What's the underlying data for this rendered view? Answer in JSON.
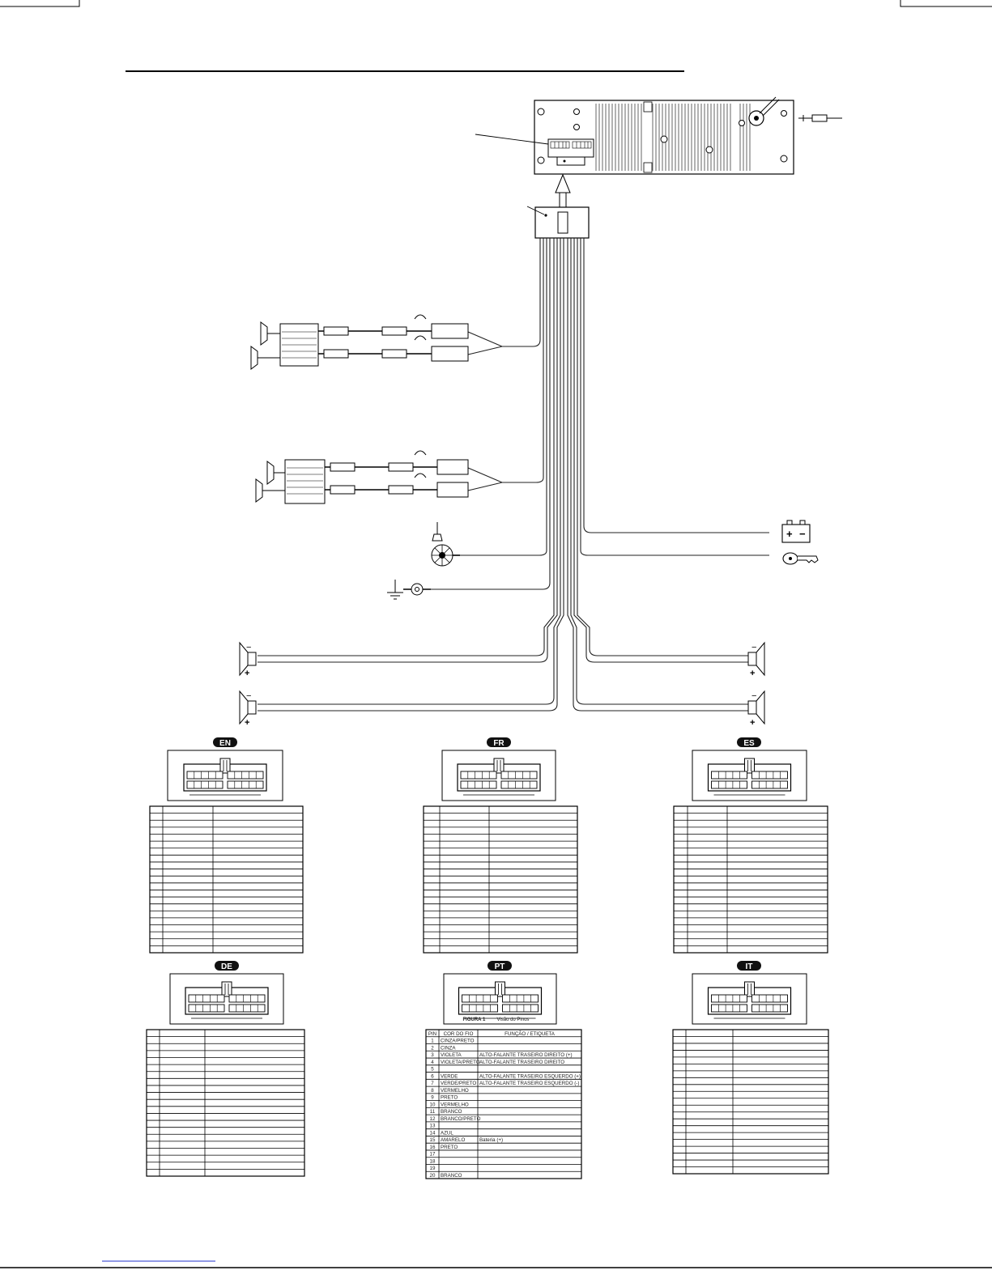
{
  "battery": {
    "plus": "+",
    "minus": "−"
  },
  "speakers": {
    "plus": "+",
    "minus": "−"
  },
  "languages": [
    {
      "code": "EN",
      "rows": 20
    },
    {
      "code": "FR",
      "rows": 20
    },
    {
      "code": "ES",
      "rows": 20
    },
    {
      "code": "DE",
      "rows": 20
    },
    {
      "code": "PT",
      "rows": 20
    },
    {
      "code": "IT",
      "rows": 20
    }
  ],
  "pt_figure": {
    "caption": "FIGURA 1",
    "view": "Visão do Pinos"
  },
  "pt_table": {
    "headers": [
      "PIN",
      "COR DO FIO",
      "FUNÇÃO / ETIQUETA"
    ],
    "rows": [
      [
        "1",
        "CINZA/PRETO",
        ""
      ],
      [
        "2",
        "CINZA",
        ""
      ],
      [
        "3",
        "VIOLETA",
        "ALTO-FALANTE TRASEIRO DIREITO (+)"
      ],
      [
        "4",
        "VIOLETA/PRETO",
        "ALTO-FALANTE TRASEIRO DIREITO"
      ],
      [
        "5",
        "",
        ""
      ],
      [
        "6",
        "VERDE",
        "ALTO-FALANTE TRASEIRO ESQUERDO (+)"
      ],
      [
        "7",
        "VERDE/PRETO",
        "ALTO-FALANTE TRASEIRO ESQUERDO (-)"
      ],
      [
        "8",
        "VERMELHO",
        ""
      ],
      [
        "9",
        "PRETO",
        ""
      ],
      [
        "10",
        "VERMELHO",
        ""
      ],
      [
        "11",
        "BRANCO",
        ""
      ],
      [
        "12",
        "BRANCO/PRETO",
        ""
      ],
      [
        "13",
        "",
        ""
      ],
      [
        "14",
        "AZUL",
        ""
      ],
      [
        "15",
        "AMARELO",
        "Bateria (+)"
      ],
      [
        "16",
        "PRETO",
        ""
      ],
      [
        "17",
        "",
        ""
      ],
      [
        "18",
        "",
        ""
      ],
      [
        "19",
        "",
        ""
      ],
      [
        "20",
        "BRANCO",
        ""
      ]
    ]
  }
}
